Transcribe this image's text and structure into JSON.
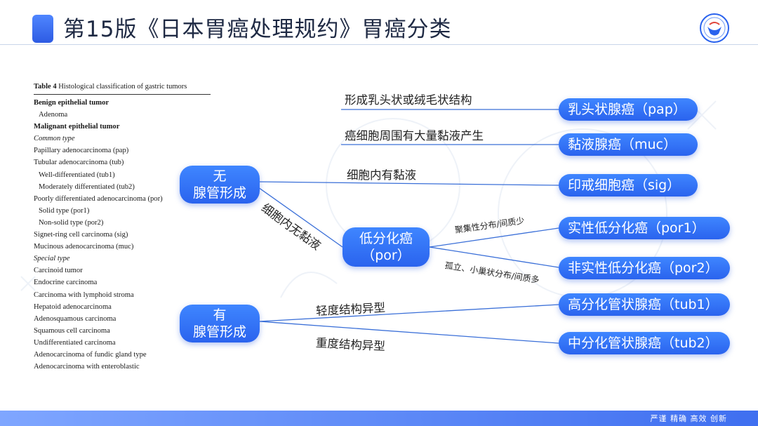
{
  "header": {
    "title": "第15版《日本胃癌处理规约》胃癌分类"
  },
  "table": {
    "caption_bold": "Table 4",
    "caption_text": "Histological classification of gastric tumors",
    "rows": [
      "Benign epithelial tumor",
      "Adenoma",
      "Malignant epithelial tumor",
      "Common type",
      "Papillary adenocarcinoma (pap)",
      "Tubular adenocarcinoma (tub)",
      "Well-differentiated (tub1)",
      "Moderately differentiated (tub2)",
      "Poorly differentiated adenocarcinoma (por)",
      "Solid type (por1)",
      "Non-solid type (por2)",
      "Signet-ring cell carcinoma (sig)",
      "Mucinous adenocarcinoma (muc)",
      "Special type",
      "Carcinoid tumor",
      "Endocrine carcinoma",
      "Carcinoma with lymphoid stroma",
      "Hepatoid adenocarcinoma",
      "Adenosquamous carcinoma",
      "Squamous cell carcinoma",
      "Undifferentiated carcinoma",
      "Adenocarcinoma of fundic gland type",
      "Adenocarcinoma with enteroblastic"
    ]
  },
  "nodes": {
    "no_duct_line1": "无",
    "no_duct_line2": "腺管形成",
    "duct_line1": "有",
    "duct_line2": "腺管形成",
    "por_line1": "低分化癌",
    "por_line2": "（por）"
  },
  "leaves": {
    "pap": "乳头状腺癌（pap）",
    "muc": "黏液腺癌（muc）",
    "sig": "印戒细胞癌（sig）",
    "por1": "实性低分化癌（por1）",
    "por2": "非实性低分化癌（por2）",
    "tub1": "高分化管状腺癌（tub1）",
    "tub2": "中分化管状腺癌（tub2）"
  },
  "edge_labels": {
    "pap": "形成乳头状或绒毛状结构",
    "muc": "癌细胞周围有大量黏液产生",
    "sig": "细胞内有黏液",
    "por": "细胞内无黏液",
    "por1": "聚集性分布/间质少",
    "por2": "孤立、小巢状分布/间质多",
    "tub1": "轻度结构异型",
    "tub2": "重度结构异型"
  },
  "footer": {
    "text": "严谨  精确  高效  创新"
  },
  "colors": {
    "accent": "#2a63ee",
    "line": "#3a6fd8",
    "footer": "#3f6ff0"
  },
  "icons": {
    "logo": "institution-logo-icon"
  }
}
